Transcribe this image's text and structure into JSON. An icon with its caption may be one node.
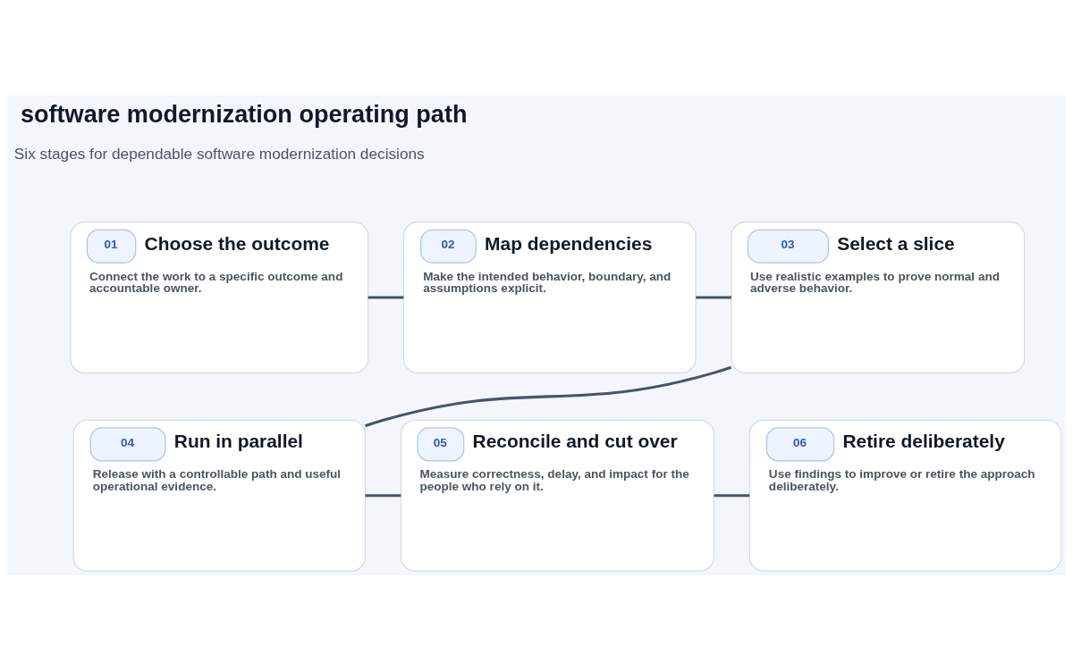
{
  "diagram": {
    "title": "software modernization operating path",
    "nodes": [
      {
        "text": [
          "01",
          "Choose the outcome",
          "Connect the work to a specific outcome and accountable owner."
        ]
      },
      {
        "text": [
          "02",
          "Map dependencies",
          "Make the intended behavior, boundary, and assumptions explicit."
        ]
      },
      {
        "text": [
          "03",
          "Select a slice",
          "Use realistic examples to prove normal and adverse behavior."
        ]
      },
      {
        "text": [
          "04",
          "Run in parallel",
          "Release with a controllable path and useful operational evidence."
        ]
      },
      {
        "text": [
          "05",
          "Reconcile and cut over",
          "Measure correctness, delay, and impact for the people who rely on it."
        ]
      },
      {
        "text": [
          "06",
          "Retire deliberately",
          "Use findings to improve or retire the approach deliberately."
        ]
      }
    ],
    "edges": [
      {
        "from": 0,
        "to": 1,
        "arrow": "none"
      },
      {
        "from": 1,
        "to": 2,
        "arrow": "none"
      },
      {
        "from": 2,
        "to": 3,
        "arrow": "none"
      },
      {
        "from": 3,
        "to": 4,
        "arrow": "none"
      },
      {
        "from": 4,
        "to": 5,
        "arrow": "none"
      }
    ],
    "labels": [
      "Six stages for dependable software modernization decisions"
    ]
  }
}
